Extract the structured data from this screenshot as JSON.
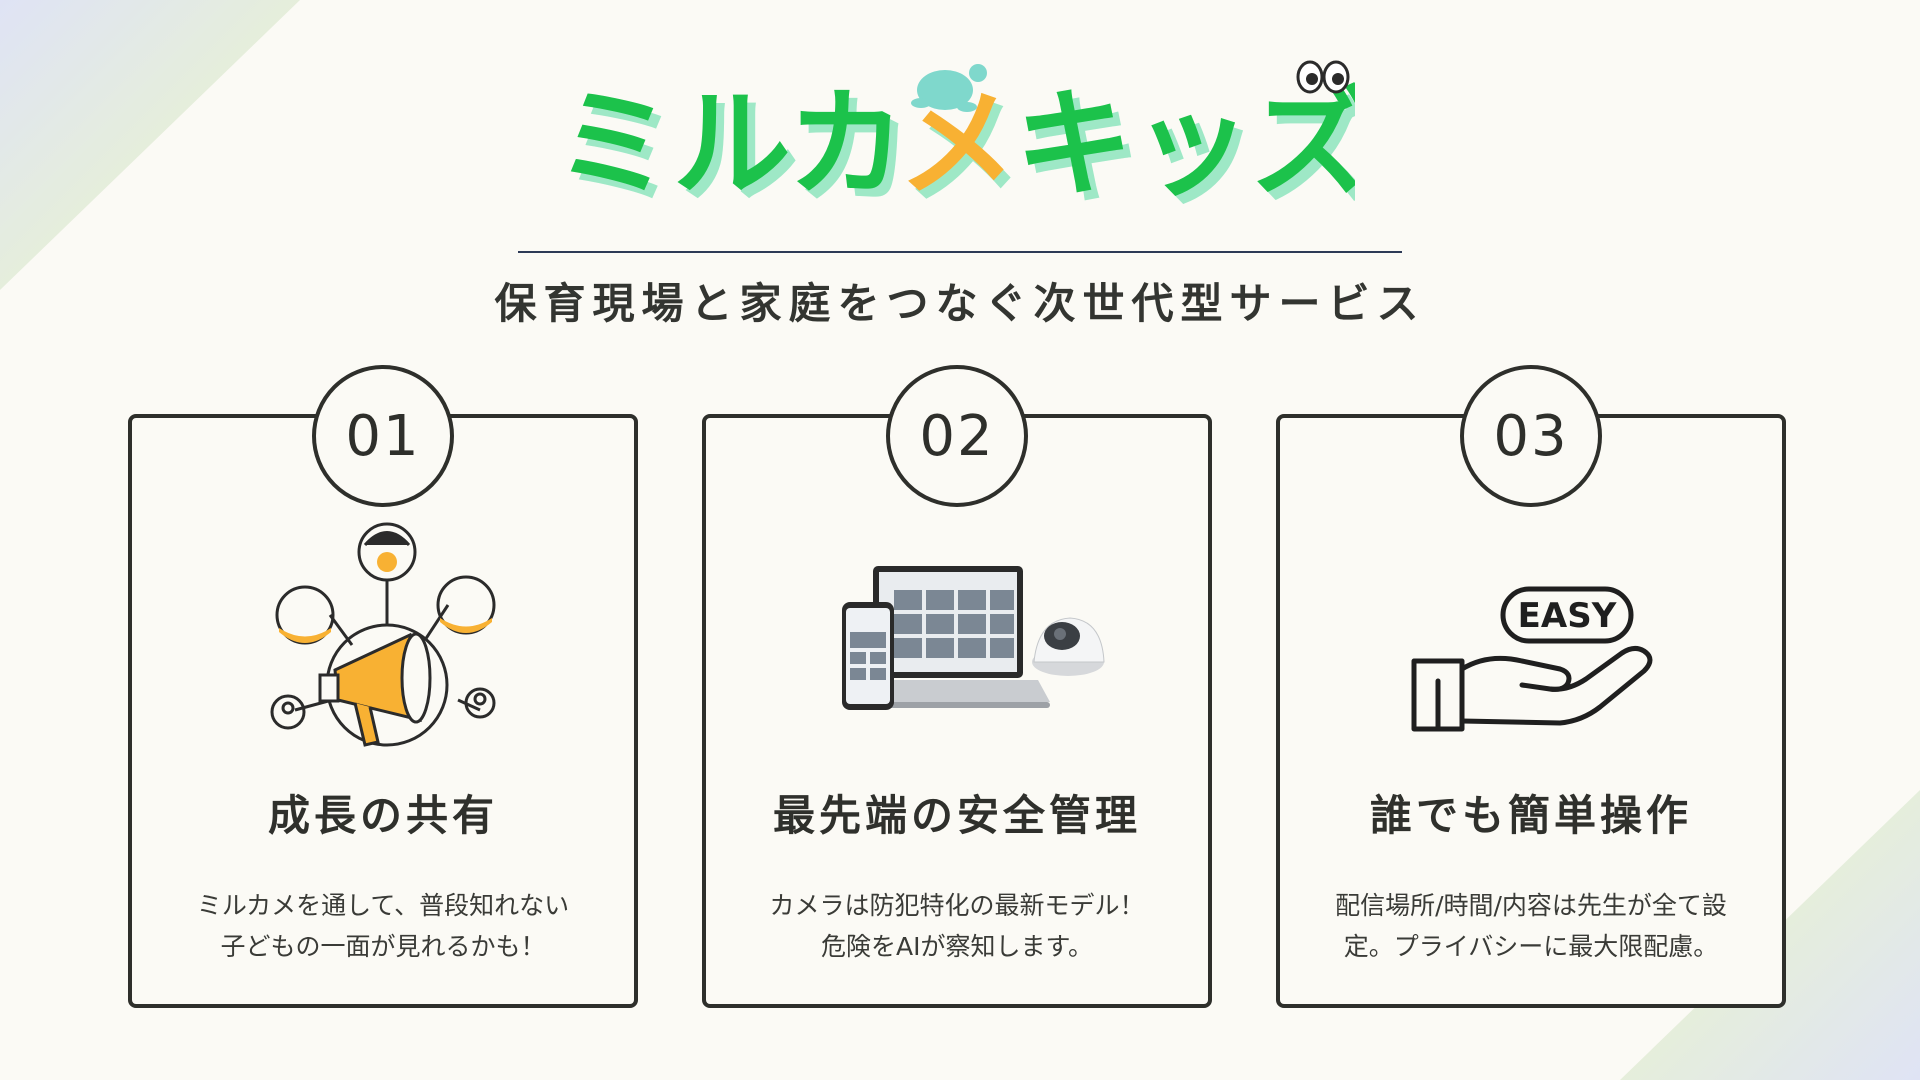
{
  "logo": {
    "text": "ミルカメキッズ",
    "colors": {
      "green": "#1cc24b",
      "shadow": "#9ee8c6",
      "orange": "#f8b133",
      "turtle": "#7fd8cc"
    }
  },
  "subtitle": "保育現場と家庭をつなぐ次世代型サービス",
  "colors": {
    "background": "#fbfaf5",
    "border": "#2e2f2b",
    "accent_orange": "#f8b133",
    "rule": "#2d3a56"
  },
  "cards": [
    {
      "number": "01",
      "title": "成長の共有",
      "icon": "megaphone-people-icon",
      "description": [
        "ミルカメを通して、普段知れない",
        "子どもの一面が見れるかも！"
      ]
    },
    {
      "number": "02",
      "title": "最先端の安全管理",
      "icon": "laptop-phone-camera-icon",
      "description": [
        "カメラは防犯特化の最新モデル！",
        "危険をAIが察知します。"
      ]
    },
    {
      "number": "03",
      "title": "誰でも簡単操作",
      "icon": "easy-hand-icon",
      "icon_text": "EASY",
      "description": [
        "配信場所/時間/内容は先生が全て設",
        "定。プライバシーに最大限配慮。"
      ]
    }
  ]
}
